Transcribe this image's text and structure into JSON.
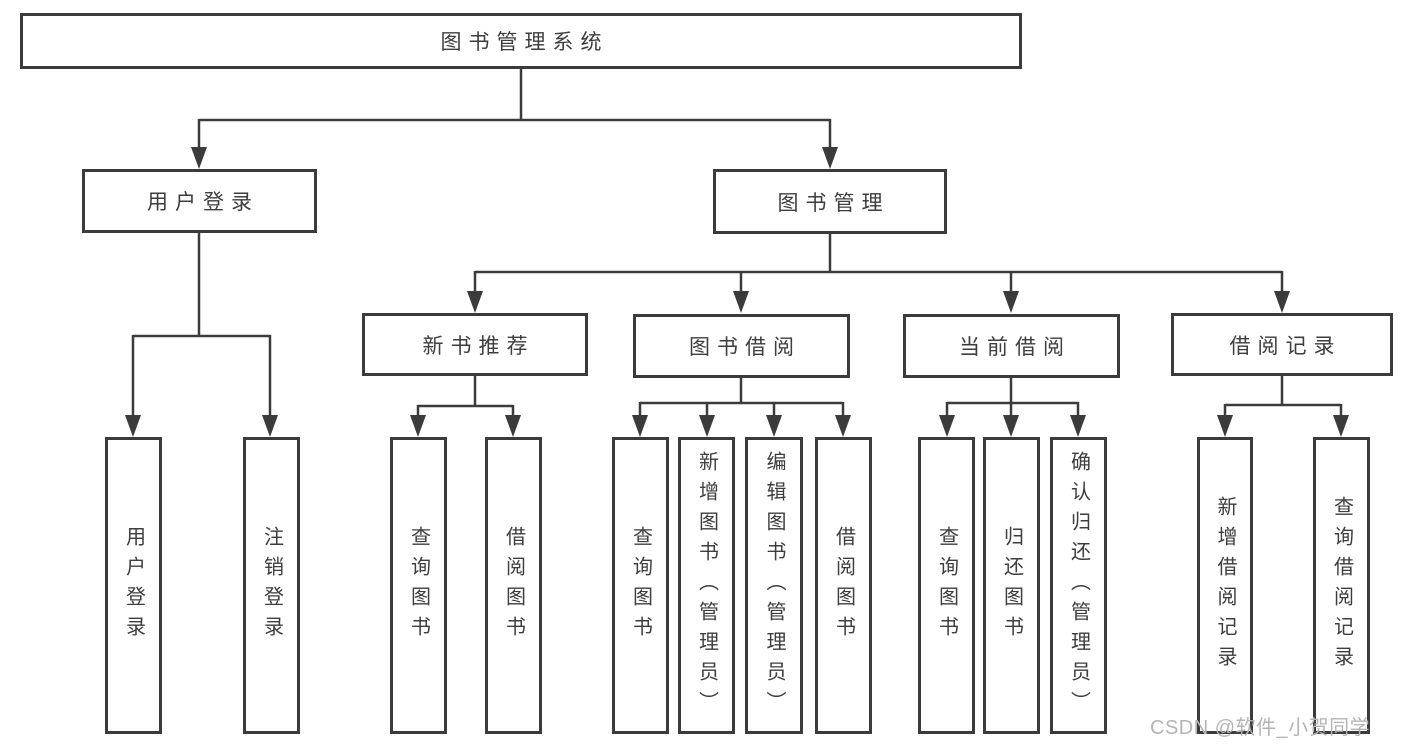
{
  "diagram": {
    "title": "图书管理系统",
    "root": {
      "label": "图书管理系统"
    },
    "branches": [
      {
        "label": "用户登录",
        "children": [
          "用户登录",
          "注销登录"
        ]
      },
      {
        "label": "图书管理",
        "sections": [
          {
            "label": "新书推荐",
            "children": [
              "查询图书",
              "借阅图书"
            ]
          },
          {
            "label": "图书借阅",
            "children": [
              "查询图书",
              "新增图书（管理员）",
              "编辑图书（管理员）",
              "借阅图书"
            ]
          },
          {
            "label": "当前借阅",
            "children": [
              "查询图书",
              "归还图书",
              "确认归还（管理员）"
            ]
          },
          {
            "label": "借阅记录",
            "children": [
              "新增借阅记录",
              "查询借阅记录"
            ]
          }
        ]
      }
    ]
  },
  "watermark": {
    "text": "CSDN @软件_小贺同学"
  },
  "colors": {
    "line": "#3b3b3b",
    "text": "#3d3d3d",
    "watermark": "#b4b4b4",
    "bg": "#ffffff"
  }
}
